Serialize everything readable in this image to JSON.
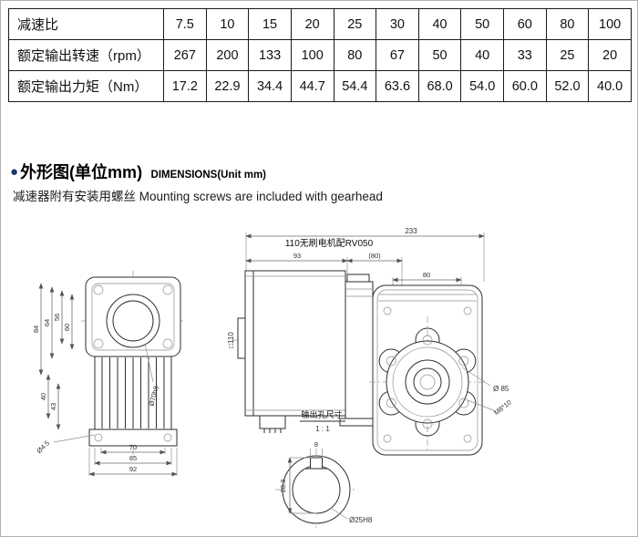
{
  "spec_table": {
    "rows": [
      {
        "label": "减速比",
        "values": [
          "7.5",
          "10",
          "15",
          "20",
          "25",
          "30",
          "40",
          "50",
          "60",
          "80",
          "100"
        ]
      },
      {
        "label": "额定输出转速（rpm）",
        "values": [
          "267",
          "200",
          "133",
          "100",
          "80",
          "67",
          "50",
          "40",
          "33",
          "25",
          "20"
        ]
      },
      {
        "label": "额定输出力矩（Nm）",
        "values": [
          "17.2",
          "22.9",
          "34.4",
          "44.7",
          "54.4",
          "63.6",
          "68.0",
          "54.0",
          "60.0",
          "52.0",
          "40.0"
        ]
      }
    ]
  },
  "section_heading": {
    "bullet": "●",
    "title_cn": "外形图(单位mm)",
    "title_en": "DIMENSIONS(Unit mm)",
    "note_cn": "减速器附有安装用螺丝",
    "note_en": "Mounting screws are included with gearhead",
    "accent_color": "#1d3a70"
  },
  "drawings": {
    "assembly_label": "110无刷电机配RV050",
    "dims": {
      "overall": "233",
      "motor_len": "93",
      "motor_len2": "(80)",
      "rear_flange": "80",
      "motor_square": "□110",
      "left_v1": "84",
      "left_v2": "64",
      "left_v3": "56",
      "left_v4": "60",
      "left_v5": "40",
      "left_v6": "43",
      "left_hole": "Ø4.5",
      "left_bore": "Ø70h8",
      "bottom_w1": "70",
      "bottom_w2": "85",
      "bottom_w3": "92",
      "rear_d": "Ø 85",
      "rear_tap": "M8*10"
    },
    "output_hole": {
      "title": "输出孔尺寸",
      "scale": "1 : 1",
      "key_width": "8",
      "depth": "28.3",
      "bore": "Ø25H8"
    }
  }
}
